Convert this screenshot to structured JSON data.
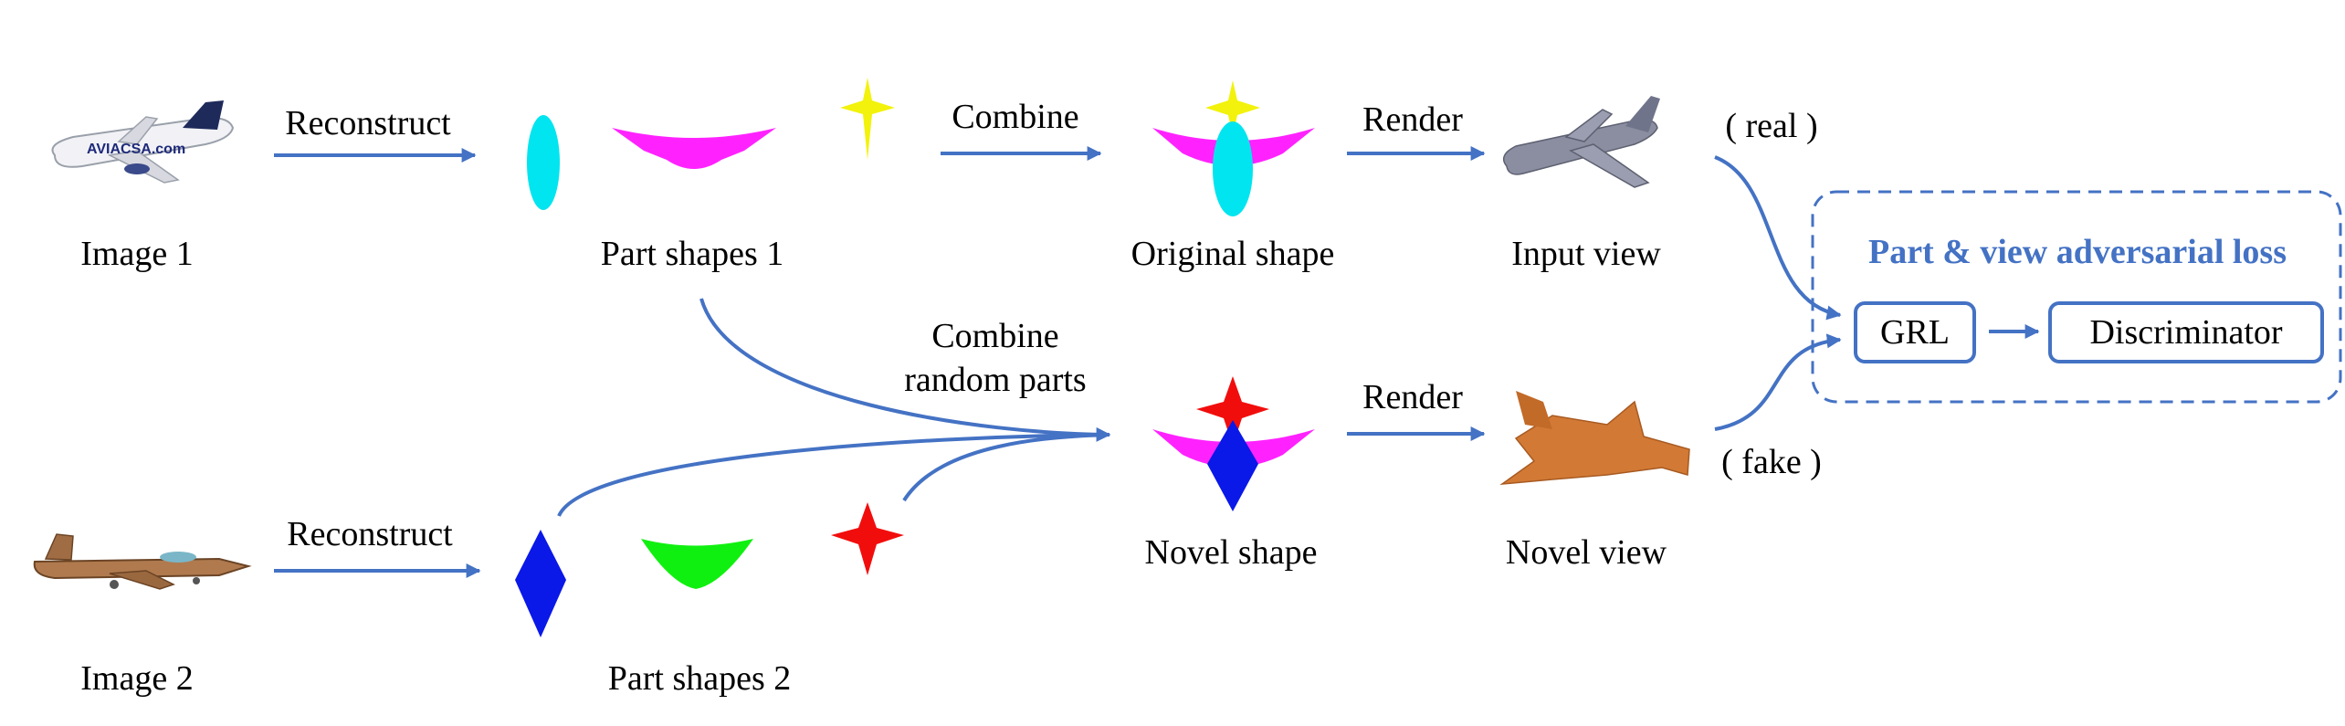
{
  "colors": {
    "arrow": "#4472c4",
    "accent_title": "#4472c4",
    "part_cyan": "#00e5ef",
    "part_magenta": "#ff22ff",
    "part_yellow": "#f2f20c",
    "part_blue": "#0a18e8",
    "part_green": "#10f010",
    "part_red": "#f20d0d",
    "render_gray": "#8a8ea0",
    "render_orange": "#d27a35"
  },
  "labels": {
    "image1": "Image 1",
    "image2": "Image 2",
    "part_shapes_1": "Part shapes 1",
    "part_shapes_2": "Part shapes 2",
    "original_shape": "Original shape",
    "novel_shape": "Novel shape",
    "input_view": "Input view",
    "novel_view": "Novel view",
    "reconstruct_top": "Reconstruct",
    "reconstruct_bottom": "Reconstruct",
    "combine": "Combine",
    "combine_random_line1": "Combine",
    "combine_random_line2": "random parts",
    "render_top": "Render",
    "render_bottom": "Render",
    "real": "( real )",
    "fake": "( fake )"
  },
  "loss_box": {
    "title": "Part & view adversarial loss",
    "grl": "GRL",
    "discriminator": "Discriminator"
  },
  "image1_logo": "AVIACSA.com"
}
